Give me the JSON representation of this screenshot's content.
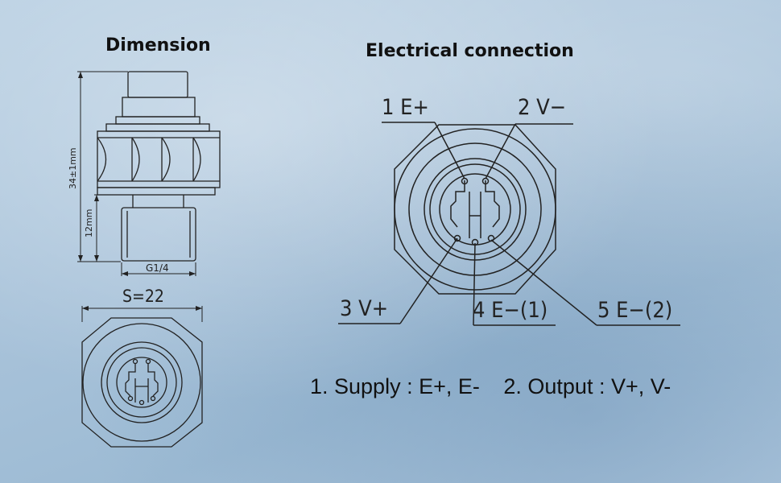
{
  "dimension": {
    "title": "Dimension",
    "height_total": "34±1mm",
    "thread_length": "12mm",
    "thread_type": "G1/4",
    "hex_size": "S=22"
  },
  "electrical": {
    "title": "Electrical connection",
    "pins": {
      "p1": "1 E+",
      "p2": "2 V−",
      "p3": "3 V+",
      "p4": "4 E−(1)",
      "p5": "5 E−(2)"
    }
  },
  "notes": {
    "supply": "1. Supply : E+, E-",
    "output": "2. Output : V+, V-"
  }
}
